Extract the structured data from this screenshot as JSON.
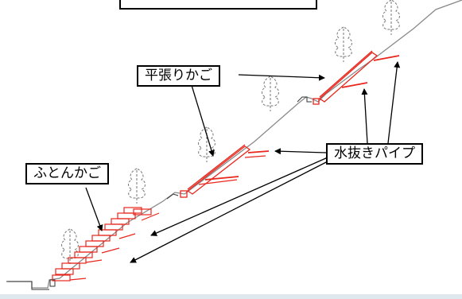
{
  "labels": {
    "hiraribari": "平張りかご",
    "mizunuki": "水抜きパイプ",
    "futon": "ふとんかご"
  },
  "colors": {
    "structure": "#e8261c",
    "line": "#000000",
    "slope": "#8a8a8a",
    "tree": "#777777"
  }
}
